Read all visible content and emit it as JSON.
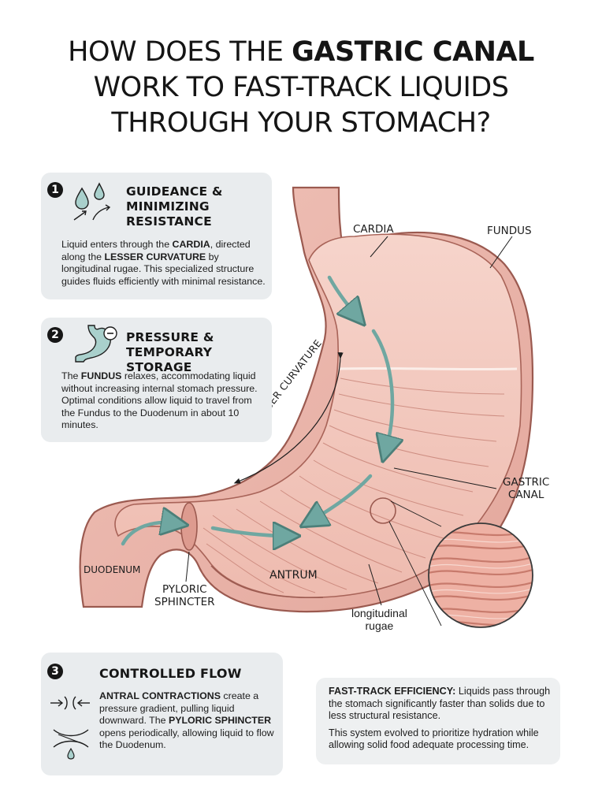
{
  "title": {
    "line1_pre": "HOW DOES THE ",
    "line1_bold": "GASTRIC CANAL",
    "line2": "WORK TO FAST-TRACK LIQUIDS",
    "line3": "THROUGH YOUR STOMACH?"
  },
  "cards": [
    {
      "number": "1",
      "icon": "water-drops-arrows-icon",
      "heading": [
        "GUIDEANCE &",
        "MINIMIZING",
        "RESISTANCE"
      ],
      "body": [
        {
          "t": "Liquid enters through the "
        },
        {
          "t": "CARDIA",
          "b": true
        },
        {
          "t": ", directed along the "
        },
        {
          "t": "LESSER CURVATURE",
          "b": true
        },
        {
          "t": " by longitudinal rugae. This specialized structure guides fluids efficiently with minimal resistance."
        }
      ]
    },
    {
      "number": "2",
      "icon": "stomach-minus-icon",
      "heading": [
        "PRESSURE &",
        "TEMPORARY STORAGE"
      ],
      "body": [
        {
          "t": "The "
        },
        {
          "t": "FUNDUS",
          "b": true
        },
        {
          "t": " relaxes, accommodating liquid without increasing internal stomach pressure. Optimal conditions allow liquid to travel from the Fundus to the Duodenum in about 10 minutes."
        }
      ]
    },
    {
      "number": "3",
      "icons": [
        "contraction-waves-icon",
        "sphincter-drop-icon"
      ],
      "heading": [
        "CONTROLLED FLOW"
      ],
      "body": [
        {
          "t": "ANTRAL CONTRACTIONS",
          "b": true
        },
        {
          "t": " create a pressure gradient, pulling liquid downward. The "
        },
        {
          "t": "PYLORIC SPHINCTER",
          "b": true
        },
        {
          "t": " opens periodically, allowing liquid to flow the Duodenum."
        }
      ]
    }
  ],
  "efficiency": {
    "bold": "FAST-TRACK EFFICIENCY:",
    "text": " Liquids pass through the stomach significantly faster than solids due to less structural resistance.",
    "note": "This system evolved to prioritize hydration while allowing solid food adequate processing time."
  },
  "labels": {
    "cardia": "CARDIA",
    "fundus": "FUNDUS",
    "lesser_curvature": "LESSER CURVATURE",
    "gastric_canal": "GASTRIC\nCANAL",
    "duodenum": "DUODENUM",
    "pyloric_sphincter": "PYLORIC\nSPHINCTER",
    "antrum": "ANTRUM",
    "longitudinal_rugae": "longitudinal\nrugae"
  },
  "colors": {
    "stomach_outer": "#eab4aa",
    "stomach_inner": "#f3c7bd",
    "outline": "#9b5a50",
    "flow_arrow": "#7fb1ab",
    "card_bg": "#e9ecee"
  }
}
